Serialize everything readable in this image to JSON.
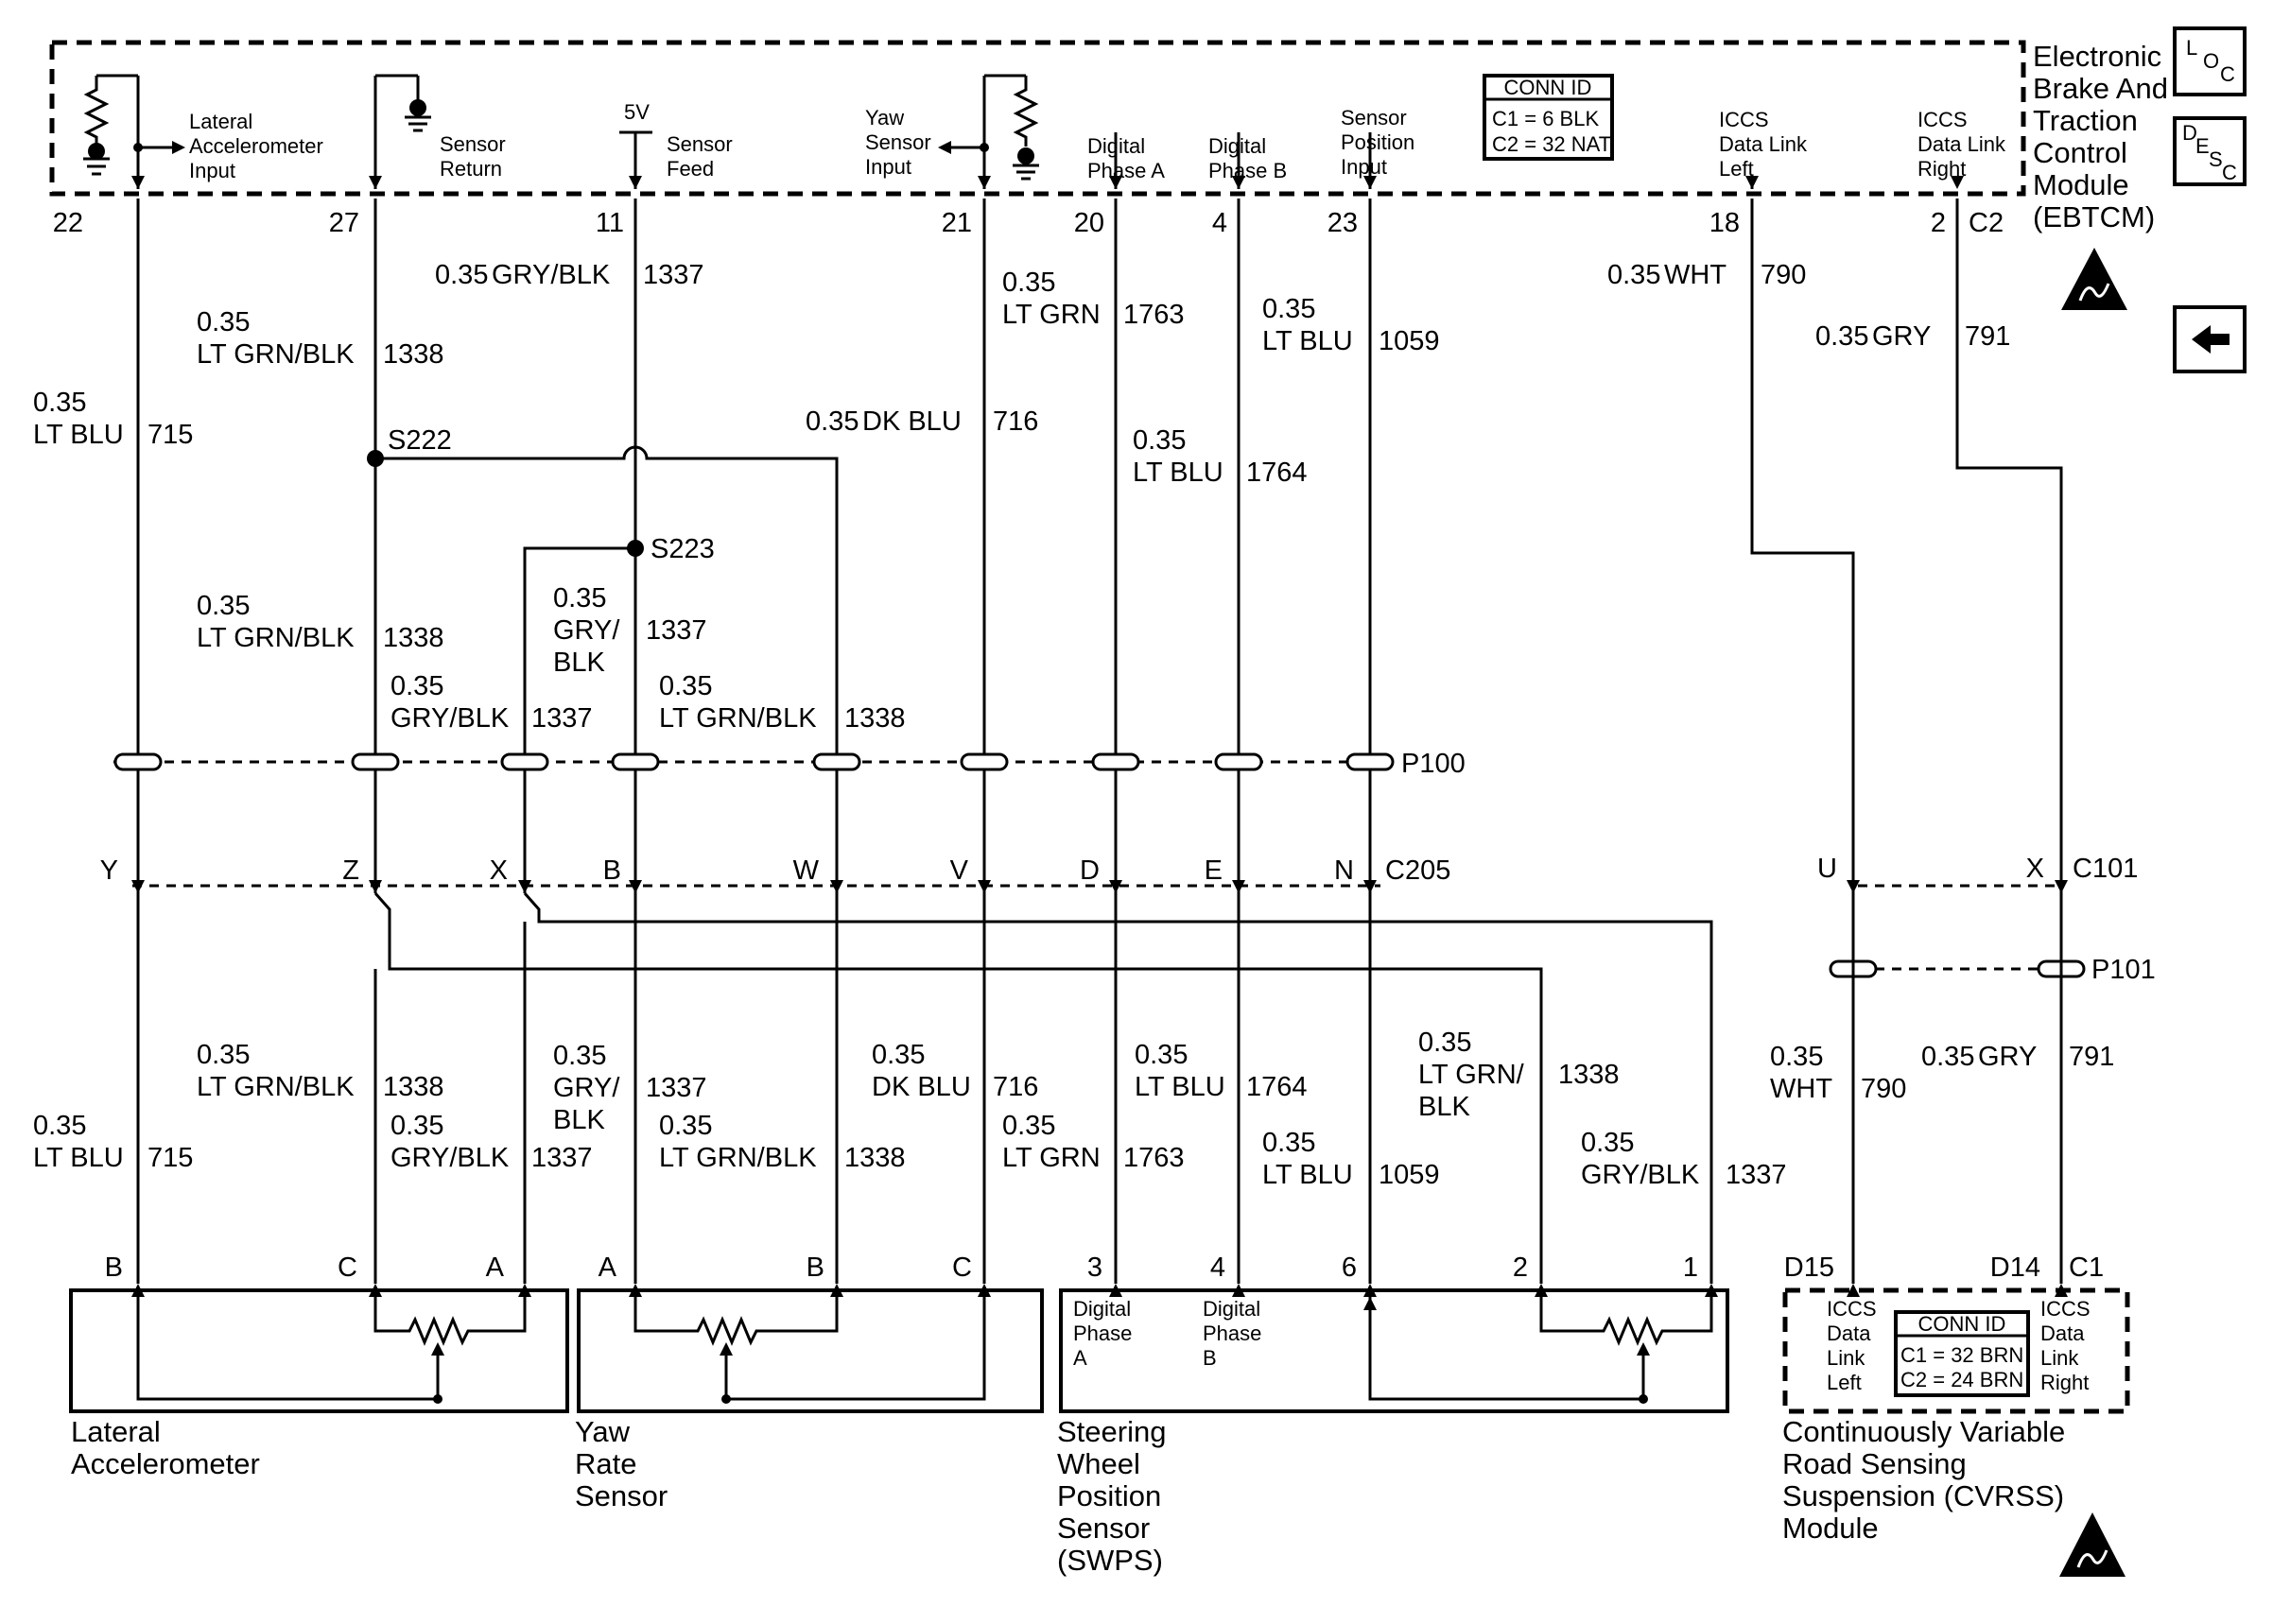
{
  "ebtcm": {
    "name_lines": [
      "Electronic",
      "Brake And",
      "Traction",
      "Control",
      "Module",
      "(EBTCM)"
    ],
    "conn_id": {
      "title": "CONN ID",
      "c1": "C1 = 6 BLK",
      "c2": "C2 = 32 NAT"
    },
    "loc_label": [
      "L",
      "O",
      "C"
    ],
    "desc_label": [
      "D",
      "E",
      "S",
      "C"
    ],
    "inputs": {
      "lateral": [
        "Lateral",
        "Accelerometer",
        "Input"
      ],
      "sensor_return": [
        "Sensor",
        "Return"
      ],
      "five_v": "5V",
      "sensor_feed": [
        "Sensor",
        "Feed"
      ],
      "yaw": [
        "Yaw",
        "Sensor",
        "Input"
      ],
      "digital_a": [
        "Digital",
        "Phase A"
      ],
      "digital_b": [
        "Digital",
        "Phase B"
      ],
      "position": [
        "Sensor",
        "Position",
        "Input"
      ],
      "iccs_left": [
        "ICCS",
        "Data Link",
        "Left"
      ],
      "iccs_right": [
        "ICCS",
        "Data Link",
        "Right"
      ]
    },
    "pins": [
      "22",
      "27",
      "11",
      "21",
      "20",
      "4",
      "23",
      "18",
      "2"
    ],
    "c2_label": "C2"
  },
  "wires_upper": [
    {
      "gauge": "0.35",
      "color": "LT BLU",
      "circuit": "715"
    },
    {
      "gauge": "0.35",
      "color": "LT GRN/BLK",
      "circuit": "1338"
    },
    {
      "gauge": "0.35",
      "color": "GRY/BLK",
      "circuit": "1337"
    },
    {
      "gauge": "0.35",
      "color": "DK BLU",
      "circuit": "716"
    },
    {
      "gauge": "0.35",
      "color": "LT GRN",
      "circuit": "1763"
    },
    {
      "gauge": "0.35",
      "color": "LT BLU",
      "circuit": "1764"
    },
    {
      "gauge": "0.35",
      "color": "LT BLU",
      "circuit": "1059"
    },
    {
      "gauge": "0.35",
      "color": "WHT",
      "circuit": "790"
    },
    {
      "gauge": "0.35",
      "color": "GRY",
      "circuit": "791"
    }
  ],
  "splices": {
    "s222": "S222",
    "s223": "S223"
  },
  "mid_labels": {
    "ltgrnblk_1338_a": {
      "gauge": "0.35",
      "color": "LT GRN/BLK",
      "circuit": "1338"
    },
    "gryblk_1337_split": {
      "gauge": "0.35",
      "color_l1": "GRY/",
      "color_l2": "BLK",
      "circuit": "1337"
    },
    "gryblk_1337_x": {
      "gauge": "0.35",
      "color": "GRY/BLK",
      "circuit": "1337"
    },
    "ltgrnblk_1338_w": {
      "gauge": "0.35",
      "color": "LT GRN/BLK",
      "circuit": "1338"
    }
  },
  "connectors": {
    "p100": "P100",
    "c205": "C205",
    "c205_pins": [
      "Y",
      "Z",
      "X",
      "B",
      "W",
      "V",
      "D",
      "E",
      "N"
    ],
    "c101": "C101",
    "c101_pins": [
      "U",
      "X"
    ],
    "p101": "P101"
  },
  "wires_lower": {
    "lat_715": {
      "gauge": "0.35",
      "color": "LT BLU",
      "circuit": "715"
    },
    "lat_1338": {
      "gauge": "0.35",
      "color": "LT GRN/BLK",
      "circuit": "1338"
    },
    "lat_1337": {
      "gauge": "0.35",
      "color": "GRY/BLK",
      "circuit": "1337"
    },
    "yaw_1337": {
      "gauge": "0.35",
      "color_l1": "GRY/",
      "color_l2": "BLK",
      "circuit": "1337"
    },
    "yaw_1338": {
      "gauge": "0.35",
      "color": "LT GRN/BLK",
      "circuit": "1338"
    },
    "yaw_716": {
      "gauge": "0.35",
      "color": "DK BLU",
      "circuit": "716"
    },
    "sw_1763": {
      "gauge": "0.35",
      "color": "LT GRN",
      "circuit": "1763"
    },
    "sw_1764": {
      "gauge": "0.35",
      "color": "LT BLU",
      "circuit": "1764"
    },
    "sw_1059": {
      "gauge": "0.35",
      "color": "LT BLU",
      "circuit": "1059"
    },
    "sw_1338": {
      "gauge": "0.35",
      "color_l1": "LT GRN/",
      "color_l2": "BLK",
      "circuit": "1338"
    },
    "sw_1337": {
      "gauge": "0.35",
      "color": "GRY/BLK",
      "circuit": "1337"
    },
    "cv_790": {
      "gauge": "0.35",
      "color": "WHT",
      "circuit": "790"
    },
    "cv_791": {
      "gauge": "0.35",
      "color": "GRY",
      "circuit": "791"
    }
  },
  "components": {
    "lateral": {
      "pins": [
        "B",
        "C",
        "A"
      ],
      "name": [
        "Lateral",
        "Accelerometer"
      ]
    },
    "yaw": {
      "pins": [
        "A",
        "B",
        "C"
      ],
      "name": [
        "Yaw",
        "Rate",
        "Sensor"
      ]
    },
    "swps": {
      "pins": [
        "3",
        "4",
        "6",
        "2",
        "1"
      ],
      "inner_a": [
        "Digital",
        "Phase",
        "A"
      ],
      "inner_b": [
        "Digital",
        "Phase",
        "B"
      ],
      "name": [
        "Steering",
        "Wheel",
        "Position",
        "Sensor",
        "(SWPS)"
      ]
    },
    "cvrss": {
      "pins": [
        "D15",
        "D14",
        "C1"
      ],
      "conn_id": {
        "title": "CONN ID",
        "c1": "C1 = 32 BRN",
        "c2": "C2 = 24 BRN"
      },
      "left": [
        "ICCS",
        "Data",
        "Link",
        "Left"
      ],
      "right": [
        "ICCS",
        "Data",
        "Link",
        "Right"
      ],
      "name": [
        "Continuously Variable",
        "Road Sensing",
        "Suspension (CVRSS)",
        "Module"
      ]
    }
  }
}
